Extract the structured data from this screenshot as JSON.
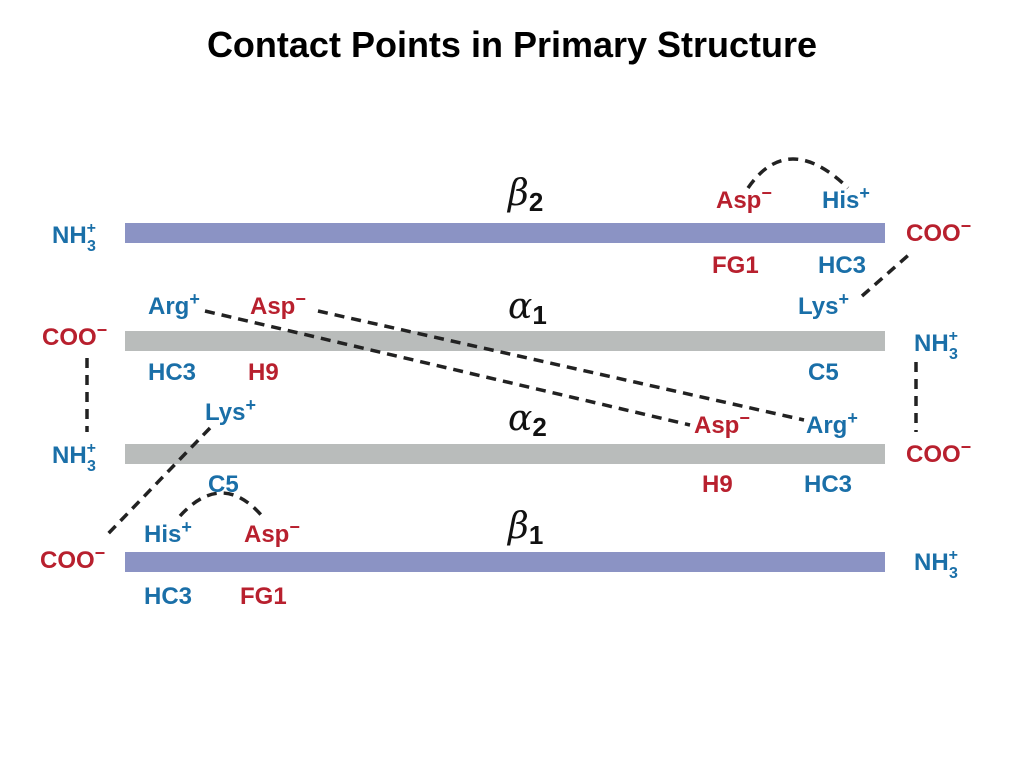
{
  "title": "Contact Points in Primary Structure",
  "colors": {
    "blue_text": "#1a6fa8",
    "red_text": "#b8202e",
    "beta_chain": "#8b93c4",
    "alpha_chain": "#b9bcbb",
    "dash": "#222222"
  },
  "chains": {
    "beta2": {
      "letter": "β",
      "sub": "2"
    },
    "alpha1": {
      "letter": "α",
      "sub": "1"
    },
    "alpha2": {
      "letter": "α",
      "sub": "2"
    },
    "beta1": {
      "letter": "β",
      "sub": "1"
    }
  },
  "termini": {
    "nh3": {
      "base": "NH",
      "sub": "3",
      "sup": "+"
    },
    "coo": {
      "base": "COO",
      "sup": "−"
    }
  },
  "residues": {
    "beta2_asp": {
      "name": "Asp",
      "charge": "−"
    },
    "beta2_his": {
      "name": "His",
      "charge": "+"
    },
    "beta2_fg1": "FG1",
    "beta2_hc3": "HC3",
    "alpha1_arg": {
      "name": "Arg",
      "charge": "+"
    },
    "alpha1_asp": {
      "name": "Asp",
      "charge": "−"
    },
    "alpha1_lys": {
      "name": "Lys",
      "charge": "+"
    },
    "alpha1_hc3": "HC3",
    "alpha1_h9": "H9",
    "alpha1_c5": "C5",
    "alpha2_lys": {
      "name": "Lys",
      "charge": "+"
    },
    "alpha2_asp": {
      "name": "Asp",
      "charge": "−"
    },
    "alpha2_arg": {
      "name": "Arg",
      "charge": "+"
    },
    "alpha2_c5": "C5",
    "alpha2_h9": "H9",
    "alpha2_hc3": "HC3",
    "beta1_his": {
      "name": "His",
      "charge": "+"
    },
    "beta1_asp": {
      "name": "Asp",
      "charge": "−"
    },
    "beta1_hc3": "HC3",
    "beta1_fg1": "FG1"
  }
}
